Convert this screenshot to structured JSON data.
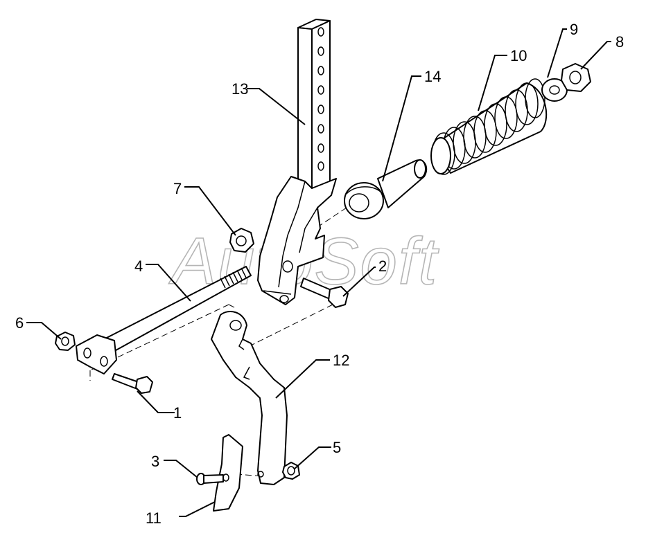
{
  "diagram": {
    "watermark": "AutoSoft",
    "callouts": [
      {
        "id": "1",
        "label": "1"
      },
      {
        "id": "2",
        "label": "2"
      },
      {
        "id": "3",
        "label": "3"
      },
      {
        "id": "4",
        "label": "4"
      },
      {
        "id": "5",
        "label": "5"
      },
      {
        "id": "6",
        "label": "6"
      },
      {
        "id": "7",
        "label": "7"
      },
      {
        "id": "8",
        "label": "8"
      },
      {
        "id": "9",
        "label": "9"
      },
      {
        "id": "10",
        "label": "10"
      },
      {
        "id": "11",
        "label": "11"
      },
      {
        "id": "12",
        "label": "12"
      },
      {
        "id": "13",
        "label": "13"
      },
      {
        "id": "14",
        "label": "14"
      }
    ]
  }
}
